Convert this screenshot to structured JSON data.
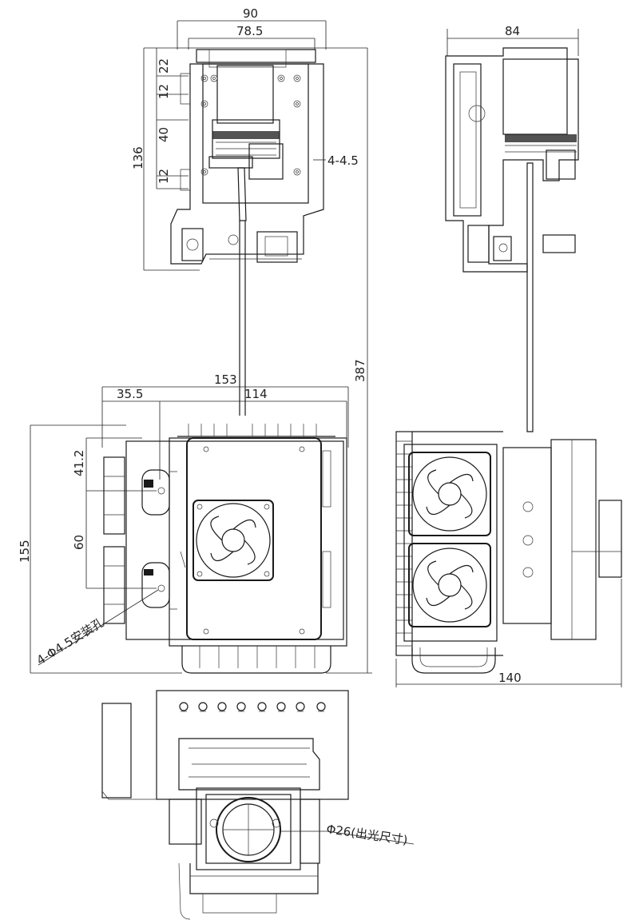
{
  "top_view": {
    "dims": {
      "width_outer": "90",
      "width_inner": "78.5",
      "h_22": "22",
      "h_12a": "12",
      "h_40": "40",
      "h_12b": "12",
      "height_total": "136",
      "holes": "4-4.5"
    }
  },
  "side_view_top": {
    "dims": {
      "width": "84"
    }
  },
  "overall": {
    "dims": {
      "length": "387"
    }
  },
  "front_view": {
    "dims": {
      "width_outer": "153",
      "width_inner": "114",
      "offset": "35.5",
      "v_41_2": "41.2",
      "v_60": "60",
      "height": "155"
    },
    "note_mount": "4-Φ4.5安装孔"
  },
  "side_view_bottom": {
    "dims": {
      "width": "140"
    }
  },
  "bottom_view": {
    "note_aperture": "Φ26(出光尺寸)"
  },
  "colors": {
    "line": "#1a1a1a",
    "background": "#ffffff"
  }
}
